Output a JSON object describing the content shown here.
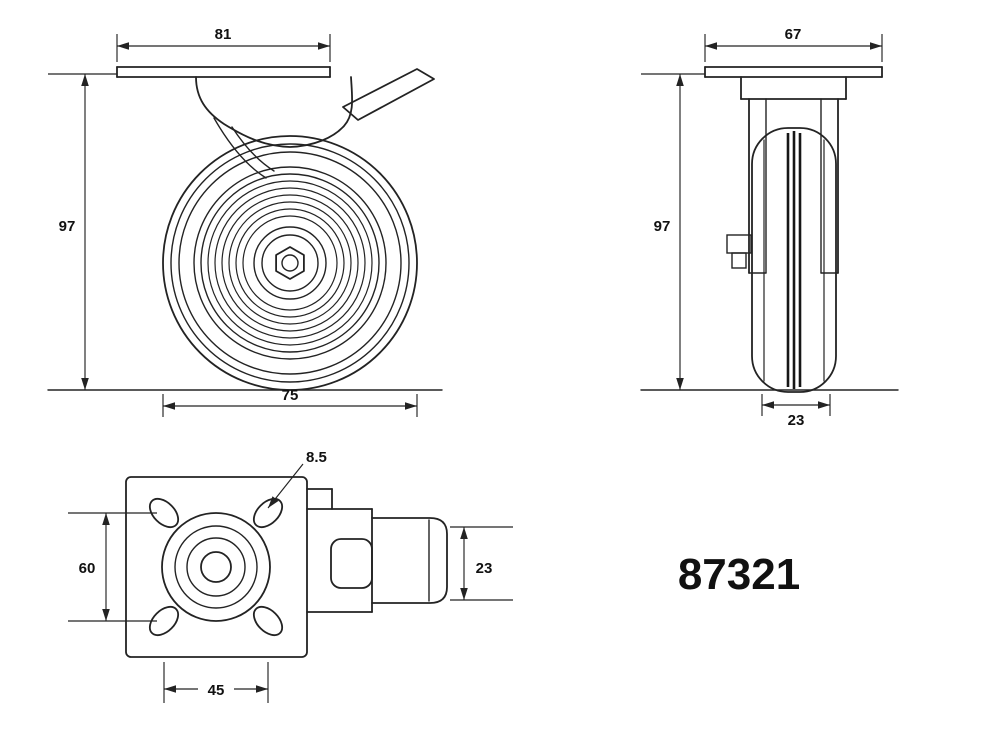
{
  "part_number": "87321",
  "dimensions": {
    "side_plate_width": "81",
    "side_height": "97",
    "wheel_diameter": "75",
    "front_plate_width": "67",
    "front_height": "97",
    "front_wheel_width": "23",
    "hole_diameter": "8.5",
    "hole_spacing_vertical": "60",
    "hole_spacing_horizontal": "45",
    "brake_bracket_width": "23"
  },
  "colors": {
    "line": "#232323",
    "background": "#ffffff",
    "text": "#111111"
  }
}
